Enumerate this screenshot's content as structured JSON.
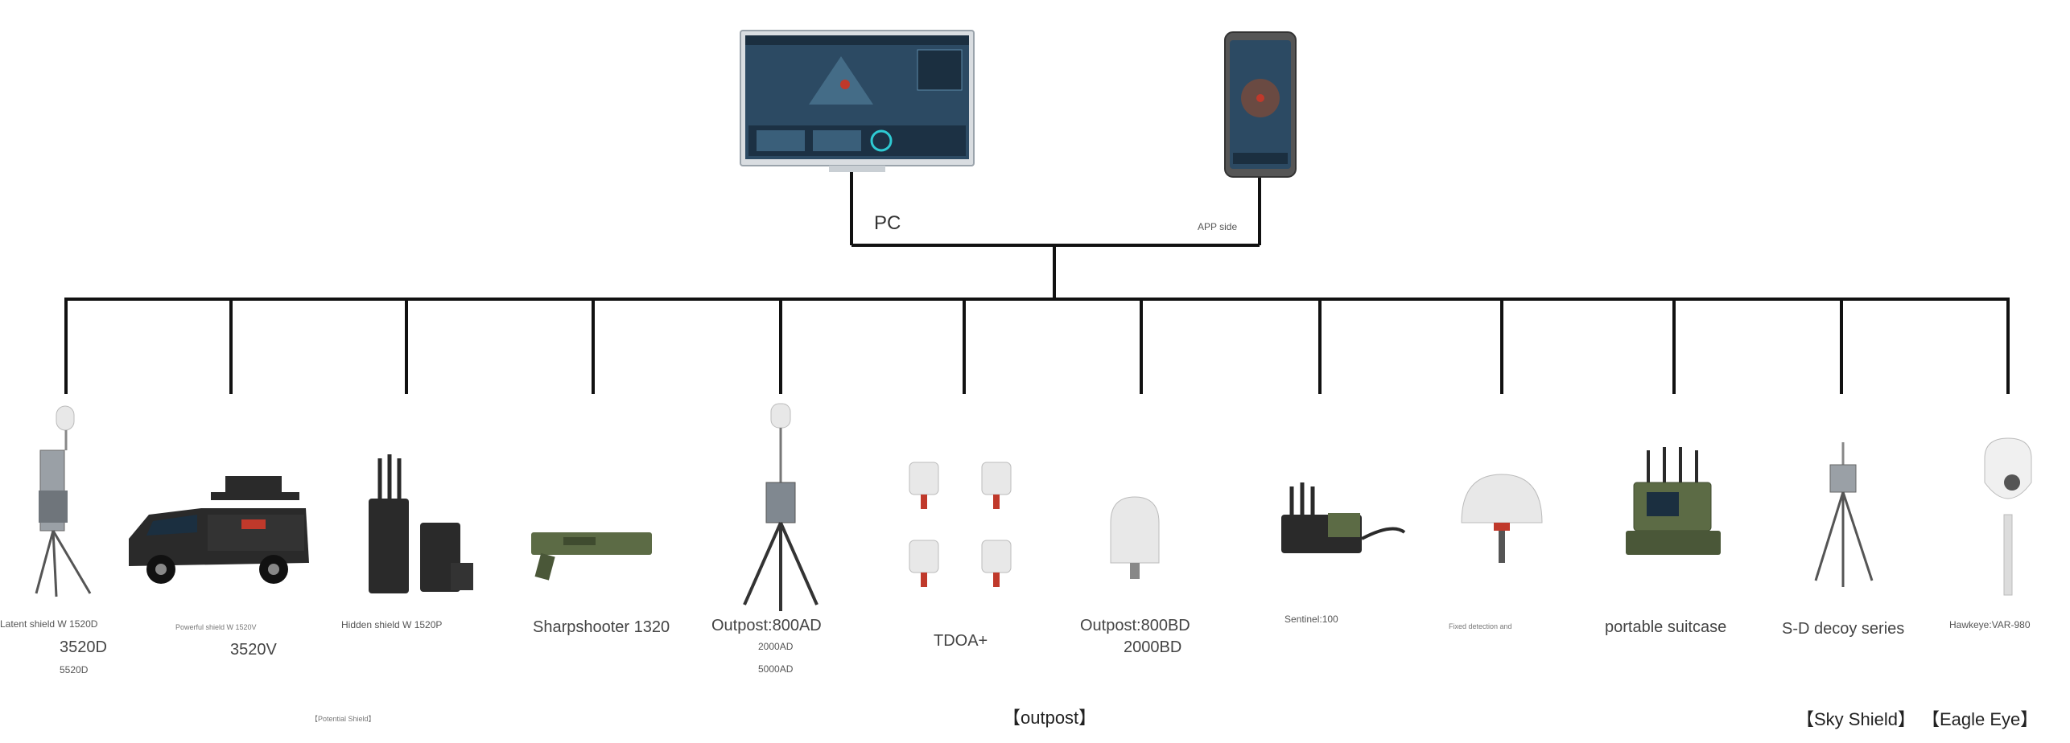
{
  "top": {
    "pc_label": "PC",
    "center_label": "",
    "app_label": "APP side"
  },
  "devices": [
    {
      "label": "Latent shield W 1520D",
      "sub": [
        "3520D",
        "5520D"
      ]
    },
    {
      "label": "Powerful shield W 1520V",
      "sub": [
        "3520V"
      ]
    },
    {
      "label": "Hidden shield W 1520P",
      "sub": []
    },
    {
      "label": "Sharpshooter 1320",
      "sub": []
    },
    {
      "label": "Outpost:800AD",
      "sub": [
        "2000AD",
        "5000AD"
      ]
    },
    {
      "label": "TDOA+",
      "sub": []
    },
    {
      "label": "Outpost:800BD",
      "sub": [
        "2000BD"
      ]
    },
    {
      "label": "Sentinel:100",
      "sub": []
    },
    {
      "label": "Fixed detection and",
      "sub": []
    },
    {
      "label": "portable suitcase",
      "sub": []
    },
    {
      "label": "S-D decoy series",
      "sub": []
    },
    {
      "label": "Hawkeye:VAR-980",
      "sub": []
    }
  ],
  "groups": {
    "potential_shield": "【Potential Shield】",
    "outpost": "【outpost】",
    "sky_shield": "【Sky Shield】",
    "eagle_eye": "【Eagle Eye】"
  },
  "colors": {
    "line": "#111111",
    "screen": "#2c4a63",
    "screen_dark": "#1b2f40",
    "device_dark": "#2a2a2a",
    "device_white": "#e8e8e8",
    "device_green": "#5c6b45",
    "vehicle_red": "#c0392b"
  }
}
